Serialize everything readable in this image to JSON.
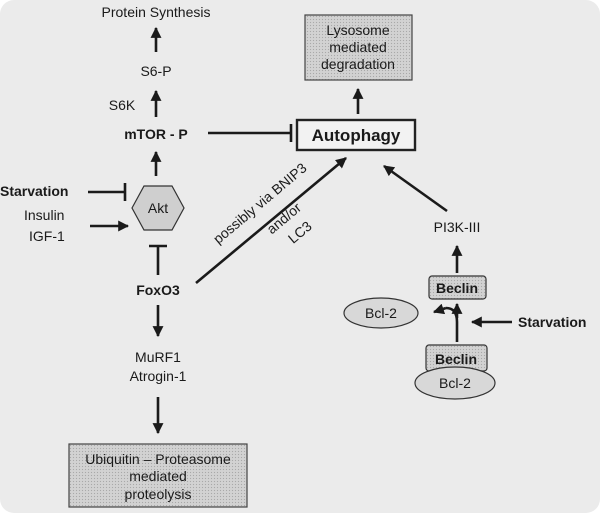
{
  "nodes": {
    "protein_synthesis": "Protein Synthesis",
    "s6p": "S6-P",
    "s6k": "S6K",
    "mtor": "mTOR - P",
    "lysosome_line1": "Lysosome",
    "lysosome_line2": "mediated",
    "lysosome_line3": "degradation",
    "autophagy": "Autophagy",
    "starvation_left": "Starvation",
    "akt": "Akt",
    "insulin": "Insulin",
    "igf1": "IGF-1",
    "foxo3": "FoxO3",
    "bnip3_line1": "possibly via BNIP3",
    "bnip3_line2": "and/or",
    "bnip3_line3": "LC3",
    "pi3k": "PI3K-III",
    "beclin_top": "Beclin",
    "bcl2_free": "Bcl-2",
    "starvation_right": "Starvation",
    "beclin_bottom": "Beclin",
    "bcl2_bound": "Bcl-2",
    "murf1": "MuRF1",
    "atrogin1": "Atrogin-1",
    "ubiquitin_line1": "Ubiquitin – Proteasome",
    "ubiquitin_line2": "mediated",
    "ubiquitin_line3": "proteolysis"
  }
}
